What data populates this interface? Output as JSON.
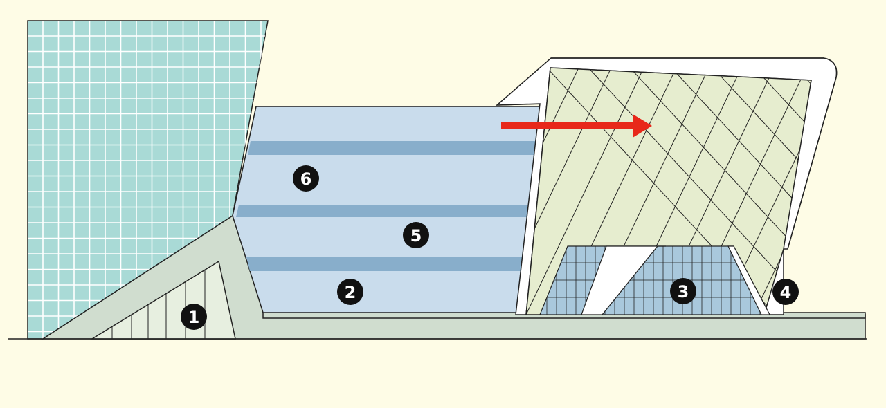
{
  "colors": {
    "background": "#FEFCE6",
    "tower_glass": "#A9DAD6",
    "tower_grid": "#FFFFFF",
    "podium": "#D0DDCF",
    "ramp_fill": "#E7EFE0",
    "glass_block": "#C9DCEC",
    "glass_band": "#88AECB",
    "mesh_fill": "#E6EDCF",
    "mesh_frame": "#FFFFFF",
    "lobby_glass": "#A9C8DC",
    "arrow": "#E8281A",
    "marker": "#111111",
    "marker_text": "#FFFFFF",
    "outline": "#222222"
  },
  "arrow": {
    "direction": "right"
  },
  "markers": [
    {
      "label": "1"
    },
    {
      "label": "2"
    },
    {
      "label": "3"
    },
    {
      "label": "4"
    },
    {
      "label": "5"
    },
    {
      "label": "6"
    }
  ]
}
